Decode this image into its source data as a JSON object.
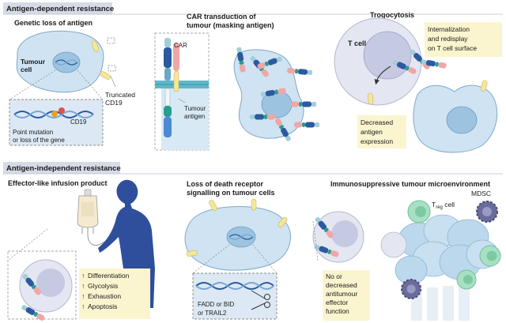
{
  "sections": {
    "dependent": "Antigen-dependent resistance",
    "independent": "Antigen-independent resistance"
  },
  "panels": {
    "genetic_loss": {
      "title": "Genetic loss of antigen",
      "tumour_cell_line1": "Tumour",
      "tumour_cell_line2": "cell",
      "truncated_line1": "Truncated",
      "truncated_line2": "CD19",
      "point_mutation_line1": "Point mutation",
      "point_mutation_line2": "or loss of the gene",
      "cd19": "CD19"
    },
    "car_masking": {
      "title_line1": "CAR transduction of",
      "title_line2": "tumour (masking antigen)",
      "car": "CAR",
      "tumour_antigen_line1": "Tumour",
      "tumour_antigen_line2": "antigen"
    },
    "trogocytosis": {
      "title": "Trogocytosis",
      "t_cell": "T cell",
      "internalization_line1": "Internalization",
      "internalization_line2": "and redisplay",
      "internalization_line3": "on T cell surface",
      "decreased_line1": "Decreased",
      "decreased_line2": "antigen",
      "decreased_line3": "expression"
    },
    "effector": {
      "title": "Effector-like infusion product",
      "bullets": [
        "Differentiation",
        "Glycolysis",
        "Exhaustion",
        "Apoptosis"
      ],
      "arrow": "↑"
    },
    "death_receptor": {
      "title_line1": "Loss of death receptor",
      "title_line2": "signalling on tumour cells",
      "fadd_line1": "FADD or BID",
      "fadd_line2": "or TRAIL2"
    },
    "immunosuppressive": {
      "title": "Immunosuppressive tumour microenvironment",
      "treg_t": "T",
      "treg_sub": "reg",
      "treg_cell": " cell",
      "mdsc": "MDSC",
      "no_line1": "No or",
      "no_line2": "decreased",
      "no_line3": "antitumour",
      "no_line4": "effector",
      "no_line5": "function"
    }
  },
  "colors": {
    "section_bg": "#d6dbe8",
    "tumour_fill": "#cfe3f2",
    "tumour_stroke": "#7fa9c9",
    "nucleus_fill": "#9cc4e0",
    "callout_fill": "#fbf5cf",
    "detail_fill": "#dce9f4",
    "tcell_fill": "#e4e6f1",
    "tcell_nucleus": "#c6c9e2",
    "antigen_yellow": "#f5e79a",
    "car_blue": "#2b5aa0",
    "car_teal": "#2a9d8f",
    "car_pink": "#f0a6a6",
    "treg_green": "#a8e0c4",
    "mdsc_purple": "#6b6c9a",
    "body_blue": "#2f4f9c"
  }
}
